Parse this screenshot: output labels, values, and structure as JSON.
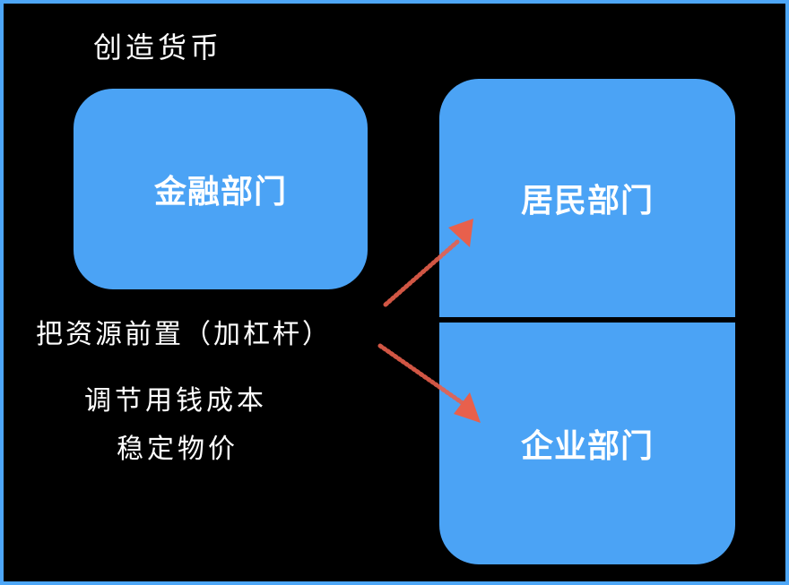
{
  "title": "创造货币",
  "nodes": {
    "finance": "金融部门",
    "household": "居民部门",
    "enterprise": "企业部门"
  },
  "notes": {
    "line1": "把资源前置（加杠杆）",
    "line2": "调节用钱成本",
    "line3": "稳定物价"
  },
  "colors": {
    "box": "#4ba3f5",
    "arrow": "#e8604c",
    "background": "#000000",
    "frame": "#4da6f7"
  }
}
